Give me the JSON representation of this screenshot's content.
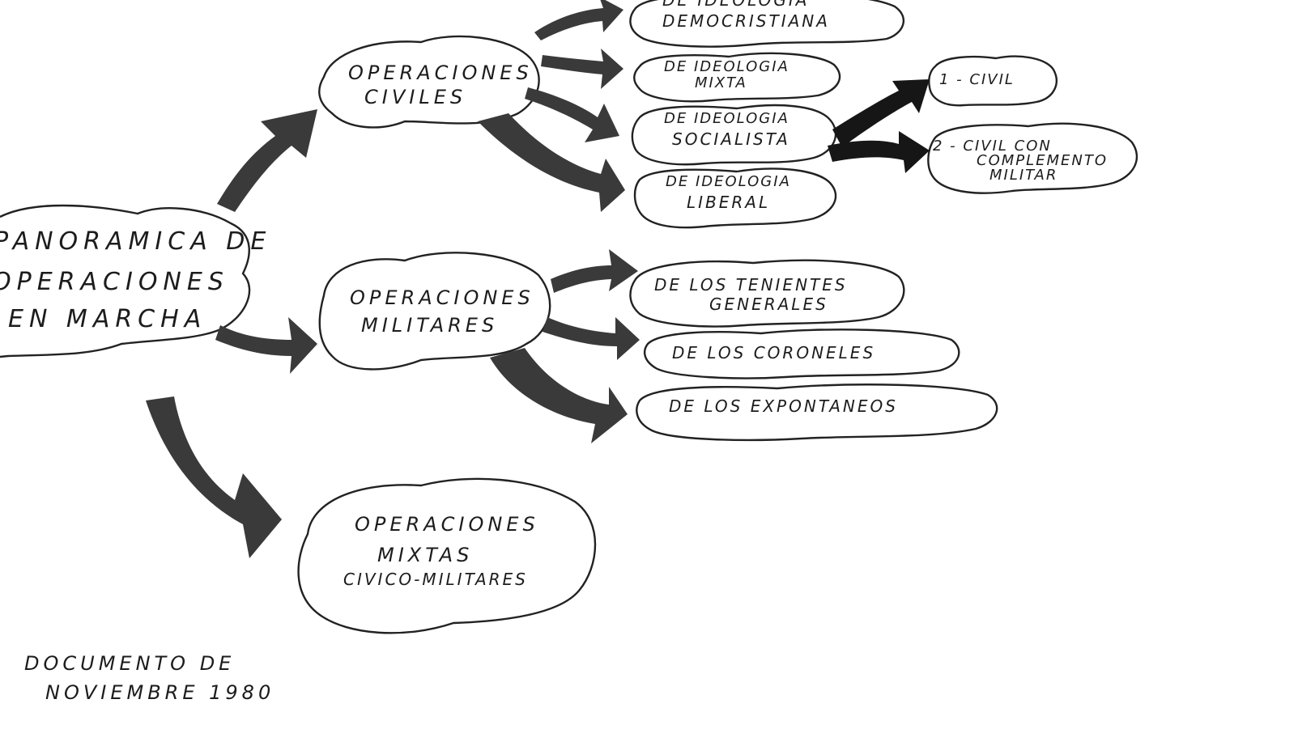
{
  "root": {
    "lines": [
      "PANORAMICA DE",
      "OPERACIONES",
      "EN MARCHA"
    ]
  },
  "branches": {
    "civiles": {
      "lines": [
        "OPERACIONES",
        "CIVILES"
      ]
    },
    "militares": {
      "lines": [
        "OPERACIONES",
        "MILITARES"
      ]
    },
    "mixtas": {
      "lines": [
        "OPERACIONES",
        "MIXTAS",
        "CIVICO-MILITARES"
      ]
    }
  },
  "civiles_children": [
    {
      "lines": [
        "DE IDEOLOGIA",
        "DEMOCRISTIANA"
      ]
    },
    {
      "lines": [
        "DE IDEOLOGIA",
        "MIXTA"
      ]
    },
    {
      "lines": [
        "DE IDEOLOGIA",
        "SOCIALISTA"
      ]
    },
    {
      "lines": [
        "DE IDEOLOGIA",
        "LIBERAL"
      ]
    }
  ],
  "socialista_children": [
    {
      "lines": [
        "1 - CIVIL"
      ]
    },
    {
      "lines": [
        "2 - CIVIL CON",
        "COMPLEMENTO",
        "MILITAR"
      ]
    }
  ],
  "militares_children": [
    {
      "lines": [
        "DE LOS TENIENTES",
        "GENERALES"
      ]
    },
    {
      "lines": [
        "DE LOS CORONELES"
      ]
    },
    {
      "lines": [
        "DE LOS EXPONTANEOS"
      ]
    }
  ],
  "footer": {
    "lines": [
      "DOCUMENTO DE",
      "NOVIEMBRE 1980"
    ]
  }
}
